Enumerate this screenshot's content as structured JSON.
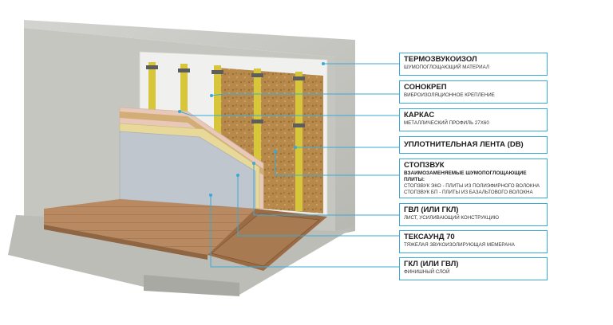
{
  "colors": {
    "callout_border": "#39a9d6",
    "leader_line": "#39a9d6",
    "concrete": "#c9c9c4",
    "mineral_wool": "#b98d4f",
    "profile": "#d8c63a",
    "gvl_board": "#e8c9b9",
    "gkl_board": "#bfc6cd",
    "floor": "#b98a62"
  },
  "callouts": [
    {
      "title": "ТЕРМОЗВУКОИЗОЛ",
      "lines": [
        "ШУМОПОГЛОЩАЮЩИЙ МАТЕРИАЛ"
      ]
    },
    {
      "title": "СОНОКРЕП",
      "lines": [
        "ВИБРОИЗОЛЯЦИОННОЕ КРЕПЛЕНИЕ"
      ]
    },
    {
      "title": "КАРКАС",
      "lines": [
        "МЕТАЛЛИЧЕСКИЙ ПРОФИЛЬ 27Х60"
      ]
    },
    {
      "title": "УПЛОТНИТЕЛЬНАЯ ЛЕНТА (DB)",
      "lines": []
    },
    {
      "title": "СТОПЗВУК",
      "bold_lines": [
        "ВЗАИМОЗАМЕНЯЕМЫЕ ШУМОПОГЛОЩАЮЩИЕ",
        "ПЛИТЫ:"
      ],
      "lines": [
        "СТОПЗВУК ЭКО - ПЛИТЫ ИЗ ПОЛИЭФИРНОГО ВОЛОКНА",
        "СТОПЗВУК БП - ПЛИТЫ ИЗ БАЗАЛЬТОВОГО ВОЛОКНА"
      ]
    },
    {
      "title": "ГВЛ (ИЛИ ГКЛ)",
      "lines": [
        "ЛИСТ, УСИЛИВАЮЩИЙ КОНСТРУКЦИЮ"
      ]
    },
    {
      "title": "ТЕКСАУНД 70",
      "lines": [
        "ТЯЖЕЛАЯ ЗВУКОИЗОЛИРУЮЩАЯ МЕМБРАНА"
      ]
    },
    {
      "title": "ГКЛ (ИЛИ ГВЛ)",
      "lines": [
        "ФИНИШНЫЙ СЛОЙ"
      ]
    }
  ]
}
